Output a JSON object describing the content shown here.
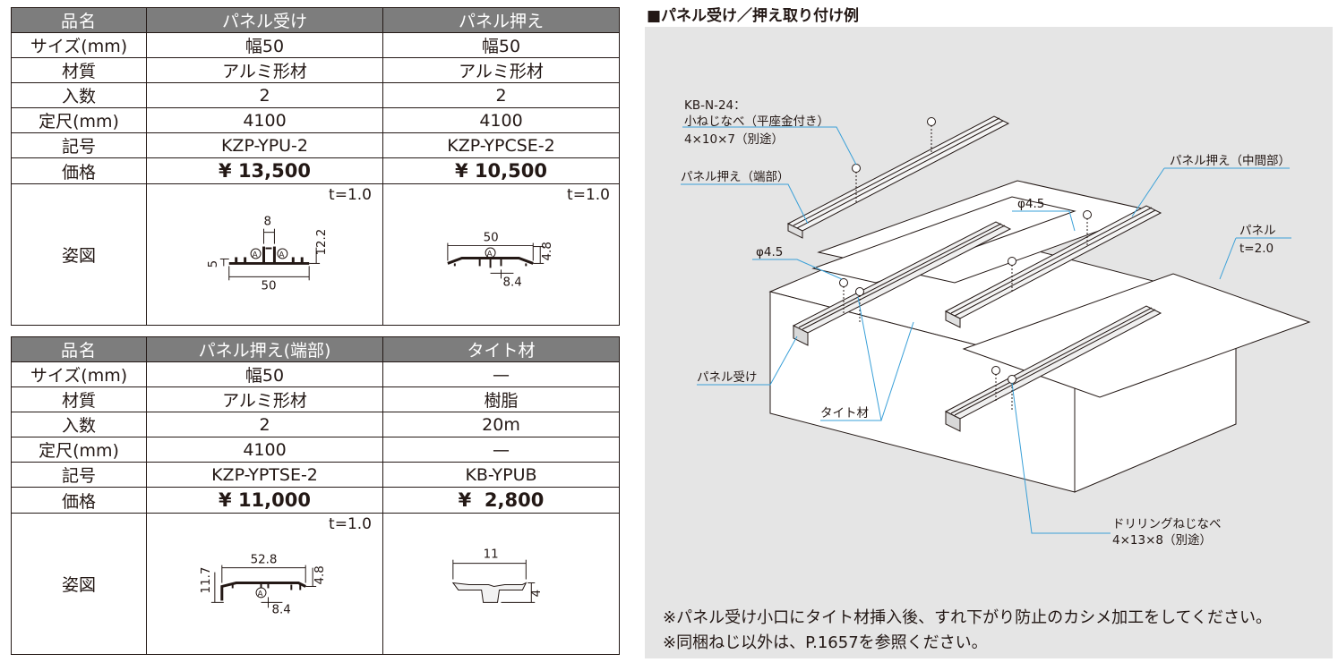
{
  "table1": {
    "header": {
      "label": "品名",
      "col1": "パネル受け",
      "col2": "パネル押え"
    },
    "rows": [
      {
        "label": "サイズ(mm)",
        "col1": "幅50",
        "col2": "幅50"
      },
      {
        "label": "材質",
        "col1": "アルミ形材",
        "col2": "アルミ形材"
      },
      {
        "label": "入数",
        "col1": "2",
        "col2": "2"
      },
      {
        "label": "定尺(mm)",
        "col1": "4100",
        "col2": "4100"
      },
      {
        "label": "記号",
        "col1": "KZP-YPU-2",
        "col2": "KZP-YPCSE-2"
      },
      {
        "label": "価格",
        "col1": "¥ 13,500",
        "col2": "¥ 10,500"
      }
    ],
    "figure_label": "姿図",
    "fig1": {
      "thickness": "t=1.0",
      "dims": [
        "8",
        "12.2",
        "5",
        "50"
      ],
      "mark": "A"
    },
    "fig2": {
      "thickness": "t=1.0",
      "dims": [
        "50",
        "4.8",
        "8.4"
      ],
      "mark": "A"
    }
  },
  "table2": {
    "header": {
      "label": "品名",
      "col1": "パネル押え(端部)",
      "col2": "タイト材"
    },
    "rows": [
      {
        "label": "サイズ(mm)",
        "col1": "幅50",
        "col2": "—"
      },
      {
        "label": "材質",
        "col1": "アルミ形材",
        "col2": "樹脂"
      },
      {
        "label": "入数",
        "col1": "2",
        "col2": "20m"
      },
      {
        "label": "定尺(mm)",
        "col1": "4100",
        "col2": "—"
      },
      {
        "label": "記号",
        "col1": "KZP-YPTSE-2",
        "col2": "KB-YPUB"
      },
      {
        "label": "価格",
        "col1": "¥ 11,000",
        "col2": "¥  2,800"
      }
    ],
    "figure_label": "姿図",
    "fig1": {
      "thickness": "t=1.0",
      "dims": [
        "52.8",
        "11.7",
        "4.8",
        "8.4"
      ],
      "mark": "A"
    },
    "fig2": {
      "dims": [
        "11",
        "4"
      ]
    }
  },
  "diagram": {
    "title": "■パネル受け／押え取り付け例",
    "callouts": {
      "screw_code": "KB-N-24：",
      "screw_name": "小ねじなべ（平座金付き）",
      "screw_size": "4×10×7（別途）",
      "end_cover": "パネル押え（端部）",
      "mid_cover": "パネル押え（中間部）",
      "hole_top": "φ4.5",
      "hole_left": "φ4.5",
      "panel": "パネル",
      "panel_t": "t=2.0",
      "receiver": "パネル受け",
      "tight": "タイト材",
      "drill_screw": "ドリリングねじなべ",
      "drill_size": "4×13×8（別途）"
    }
  },
  "notes": [
    "※パネル受け小口にタイト材挿入後、すれ下がり防止のカシメ加工をしてください。",
    "※同梱ねじ以外は、P.1657を参照ください。"
  ]
}
